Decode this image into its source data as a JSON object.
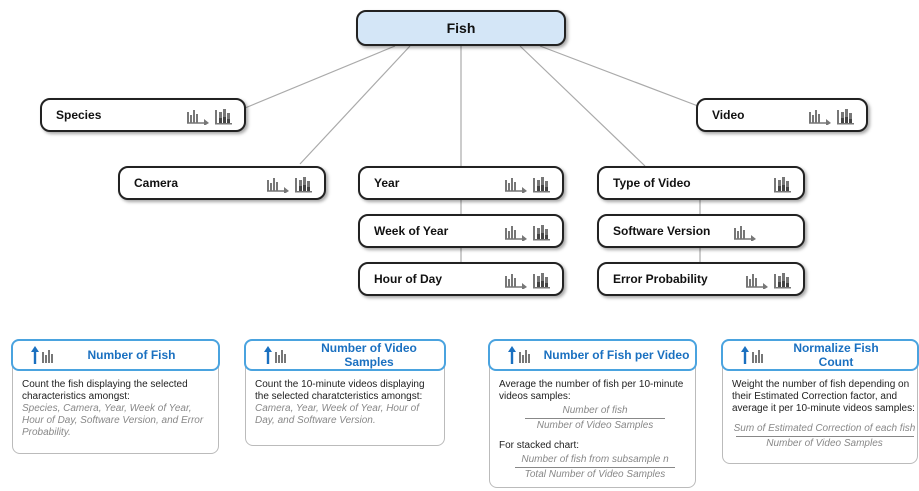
{
  "root": {
    "label": "Fish"
  },
  "nodes": {
    "species": {
      "label": "Species"
    },
    "video": {
      "label": "Video"
    },
    "camera": {
      "label": "Camera"
    },
    "year": {
      "label": "Year"
    },
    "week": {
      "label": "Week of Year"
    },
    "hour": {
      "label": "Hour of Day"
    },
    "type_video": {
      "label": "Type of Video"
    },
    "software": {
      "label": "Software Version"
    },
    "error": {
      "label": "Error Probability"
    }
  },
  "cards": {
    "fish": {
      "title": "Number of Fish",
      "desc": "Count the fish displaying the selected characteristics amongst:",
      "sub": "Species, Camera, Year, Week of Year, Hour of Day, Software Version, and Error Probability."
    },
    "videos": {
      "title": "Number of Video Samples",
      "desc": "Count the 10-minute videos displaying the selected charatcteristics amongst:",
      "sub": "Camera, Year, Week of Year, Hour of Day, and Software Version."
    },
    "per_video": {
      "title": "Number of Fish per Video",
      "desc": "Average the number of fish per 10-minute videos samples:",
      "num1": "Number of fish",
      "den1": "Number of Video Samples",
      "stacked": "For stacked chart:",
      "num2": "Number of fish from subsample n",
      "den2": "Total Number of Video Samples"
    },
    "normalize": {
      "title": "Normalize Fish Count",
      "desc": "Weight the number of fish depending on their Estimated Correction factor, and average it per 10-minute videos samples:",
      "num": "Sum of Estimated Correction of each fish",
      "den": "Number of Video Samples"
    }
  },
  "colors": {
    "root_fill": "#d4e6f7",
    "card_border": "#4aa3df",
    "card_title": "#1a70c0"
  },
  "icons": [
    "bar-chart-arrow-icon",
    "stacked-bar-chart-icon",
    "up-arrow-bar-icon"
  ]
}
